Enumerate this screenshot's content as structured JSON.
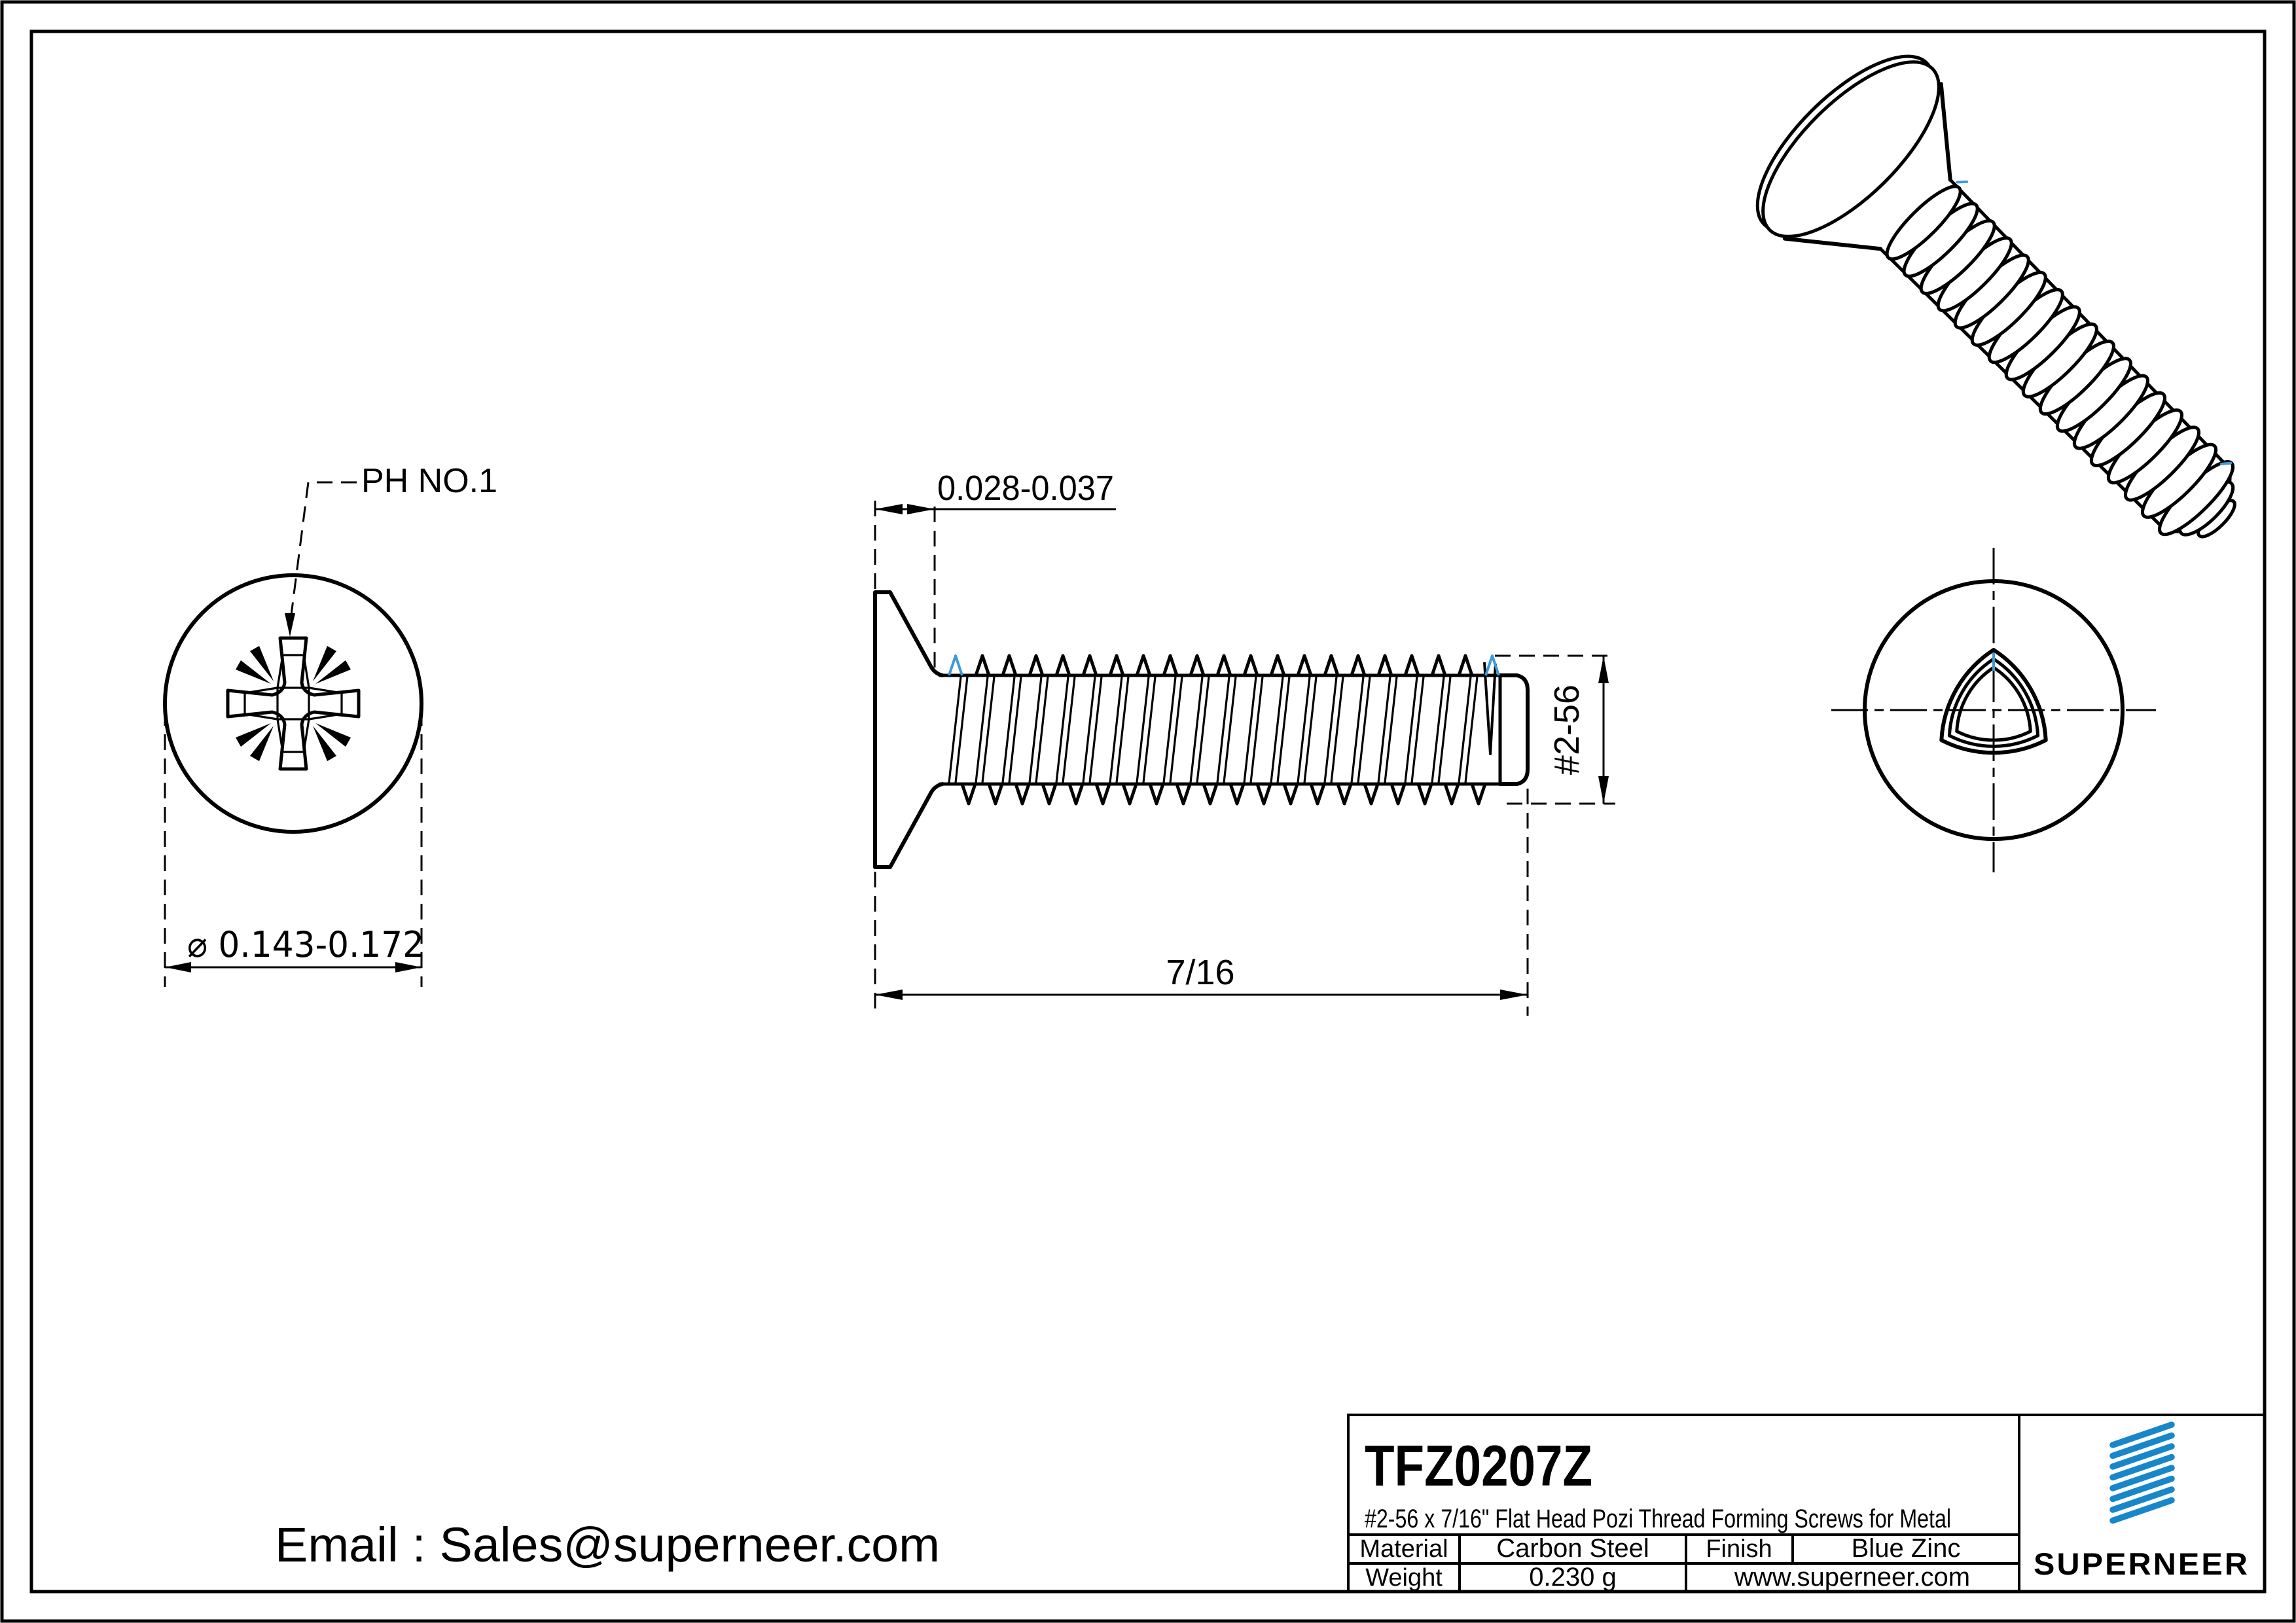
{
  "colors": {
    "accent_blue": "#1787c9",
    "highlight_blue": "#3d9bd3",
    "line": "#000000"
  },
  "front_view": {
    "drive_label": "PH NO.1",
    "head_diameter": "⌀ 0.143-0.172"
  },
  "side_view": {
    "head_height": "0.028-0.037",
    "total_length": "7/16",
    "thread_size": "#2-56"
  },
  "title_block": {
    "part_number": "TFZ0207Z",
    "description": "#2-56 x 7/16\" Flat Head Pozi Thread Forming Screws for Metal",
    "material_label": "Material",
    "material_value": "Carbon Steel",
    "finish_label": "Finish",
    "finish_value": "Blue Zinc",
    "weight_label": "Weight",
    "weight_value": "0.230 g",
    "website": "www.superneer.com",
    "brand_name": "SUPERNEER"
  },
  "footer": {
    "email": "Email : Sales@superneer.com"
  }
}
